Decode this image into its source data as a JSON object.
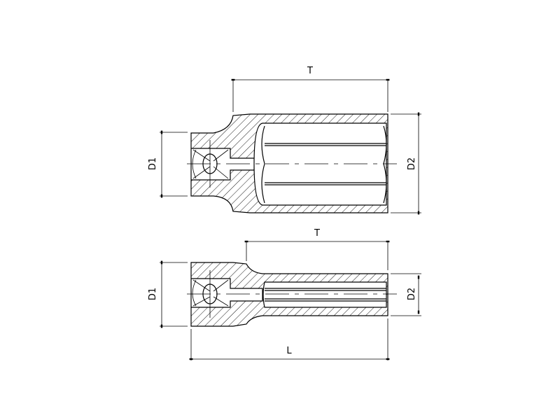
{
  "top_view": {
    "dim_t": "T",
    "dim_d1": "D1",
    "dim_d2": "D2"
  },
  "bottom_view": {
    "dim_t": "T",
    "dim_d1": "D1",
    "dim_d2": "D2",
    "dim_l": "L"
  },
  "colors": {
    "line": "#000000",
    "background": "#ffffff"
  }
}
